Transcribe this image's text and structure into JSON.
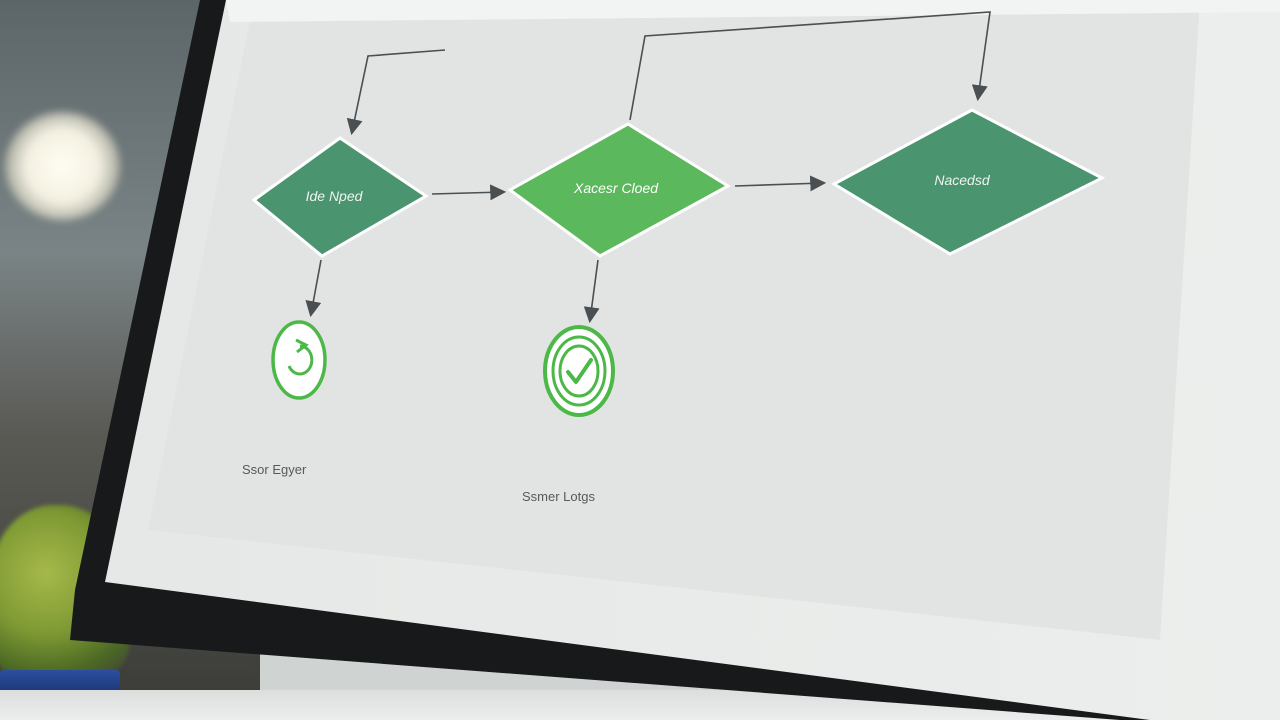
{
  "diagram": {
    "nodes": [
      {
        "id": "n1",
        "label": "Ide Nped",
        "shape": "diamond",
        "color": "#4a9470"
      },
      {
        "id": "n2",
        "label": "Xacesr Cloed",
        "shape": "diamond",
        "color": "#5cb85c"
      },
      {
        "id": "n3",
        "label": "Nacedsd",
        "shape": "diamond",
        "color": "#4a9470"
      }
    ],
    "status_icons": [
      {
        "id": "s1",
        "icon": "refresh-icon",
        "color": "#4cb848",
        "caption": "Ssor Egyer"
      },
      {
        "id": "s2",
        "icon": "check-icon",
        "color": "#4cb848",
        "caption": "Ssmer Lotgs"
      }
    ],
    "colors": {
      "screen": "#e9ebea",
      "bezel": "#17191b",
      "arrow": "#4a4f52",
      "accent_green": "#5cb85c",
      "dark_green": "#4a9470"
    }
  }
}
